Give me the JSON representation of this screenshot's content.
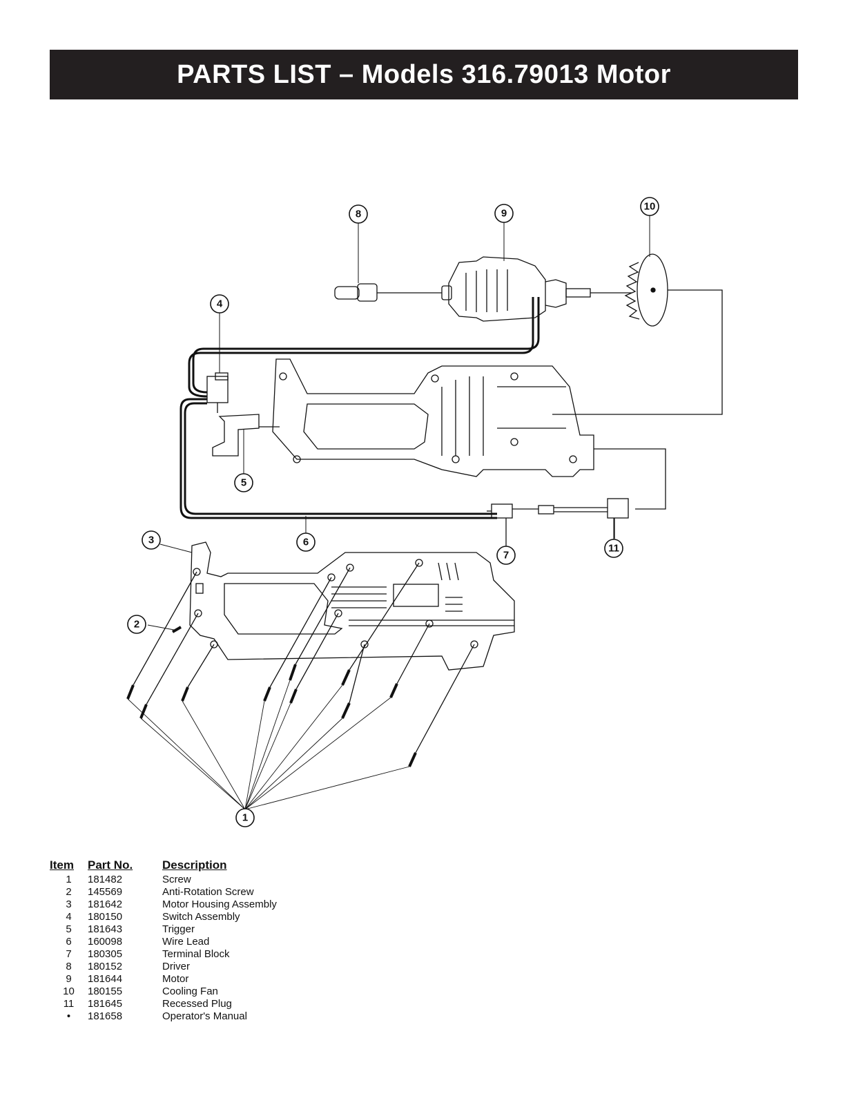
{
  "title": "PARTS LIST – Models 316.79013 Motor",
  "callouts": [
    "1",
    "2",
    "3",
    "4",
    "5",
    "6",
    "7",
    "8",
    "9",
    "10",
    "11"
  ],
  "table": {
    "headers": {
      "item": "Item",
      "part_no": "Part No.",
      "description": "Description"
    },
    "rows": [
      {
        "item": "1",
        "part_no": "181482",
        "description": "Screw"
      },
      {
        "item": "2",
        "part_no": "145569",
        "description": "Anti-Rotation Screw"
      },
      {
        "item": "3",
        "part_no": "181642",
        "description": "Motor Housing Assembly"
      },
      {
        "item": "4",
        "part_no": "180150",
        "description": "Switch Assembly"
      },
      {
        "item": "5",
        "part_no": "181643",
        "description": "Trigger"
      },
      {
        "item": "6",
        "part_no": "160098",
        "description": "Wire Lead"
      },
      {
        "item": "7",
        "part_no": "180305",
        "description": "Terminal Block"
      },
      {
        "item": "8",
        "part_no": "180152",
        "description": "Driver"
      },
      {
        "item": "9",
        "part_no": "181644",
        "description": "Motor"
      },
      {
        "item": "10",
        "part_no": "180155",
        "description": "Cooling Fan"
      },
      {
        "item": "11",
        "part_no": "181645",
        "description": "Recessed Plug"
      },
      {
        "item": "•",
        "part_no": "181658",
        "description": "Operator's Manual"
      }
    ]
  }
}
